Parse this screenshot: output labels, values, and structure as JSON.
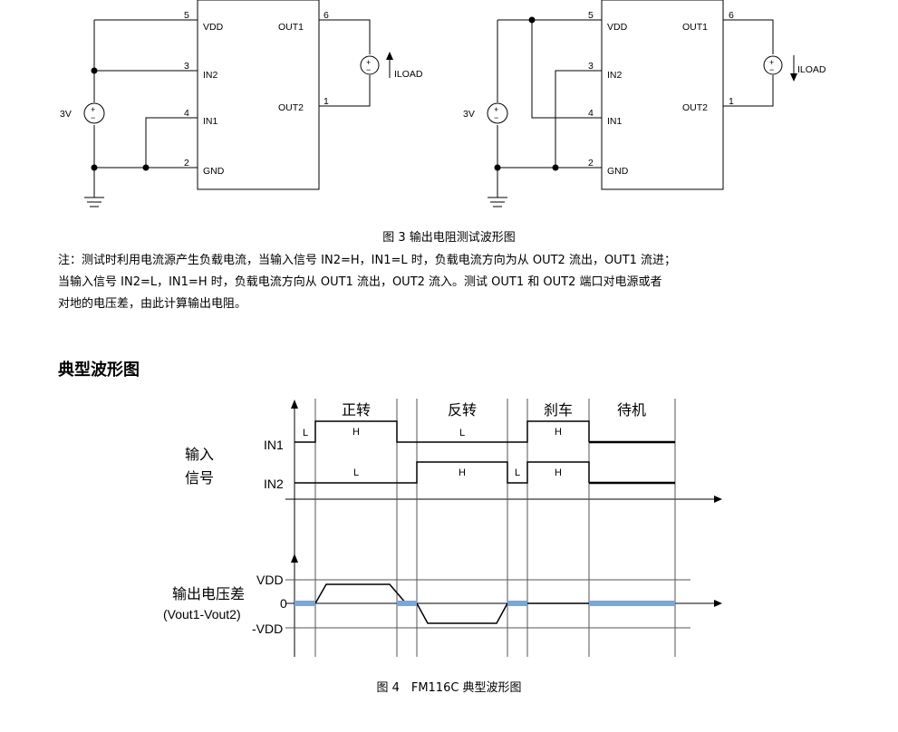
{
  "fig3": {
    "pins": {
      "vdd": "5",
      "in2": "3",
      "in1": "4",
      "gnd": "2",
      "out1": "6",
      "out2": "1"
    },
    "labels": {
      "vdd": "VDD",
      "in2": "IN2",
      "in1": "IN1",
      "gnd": "GND",
      "out1": "OUT1",
      "out2": "OUT2"
    },
    "source_voltage": "3V",
    "current_label": "ILOAD",
    "plus": "+",
    "minus": "−",
    "caption": "图 3 输出电阻测试波形图"
  },
  "note": {
    "line1": "注：测试时利用电流源产生负载电流，当输入信号 IN2=H，IN1=L 时，负载电流方向为从 OUT2 流出，OUT1 流进；",
    "line2": "当输入信号 IN2=L，IN1=H 时，负载电流方向从 OUT1 流出，OUT2 流入。测试 OUT1 和 OUT2 端口对电源或者",
    "line3": "对地的电压差，由此计算输出电阻。"
  },
  "section_heading": "典型波形图",
  "fig4": {
    "states": [
      "正转",
      "反转",
      "刹车",
      "待机"
    ],
    "input_label_line1": "输入",
    "input_label_line2": "信号",
    "in1": "IN1",
    "in2": "IN2",
    "in1_levels": [
      "L",
      "H",
      "L",
      "H"
    ],
    "in2_levels": [
      "L",
      "H",
      "L",
      "H"
    ],
    "output_label": "输出电压差",
    "output_sub": "(Vout1-Vout2)",
    "vdd": "VDD",
    "zero": "0",
    "neg_vdd": "-VDD",
    "caption": "图 4　FM116C 典型波形图",
    "colors": {
      "highZ": "#7aa6d8"
    }
  }
}
